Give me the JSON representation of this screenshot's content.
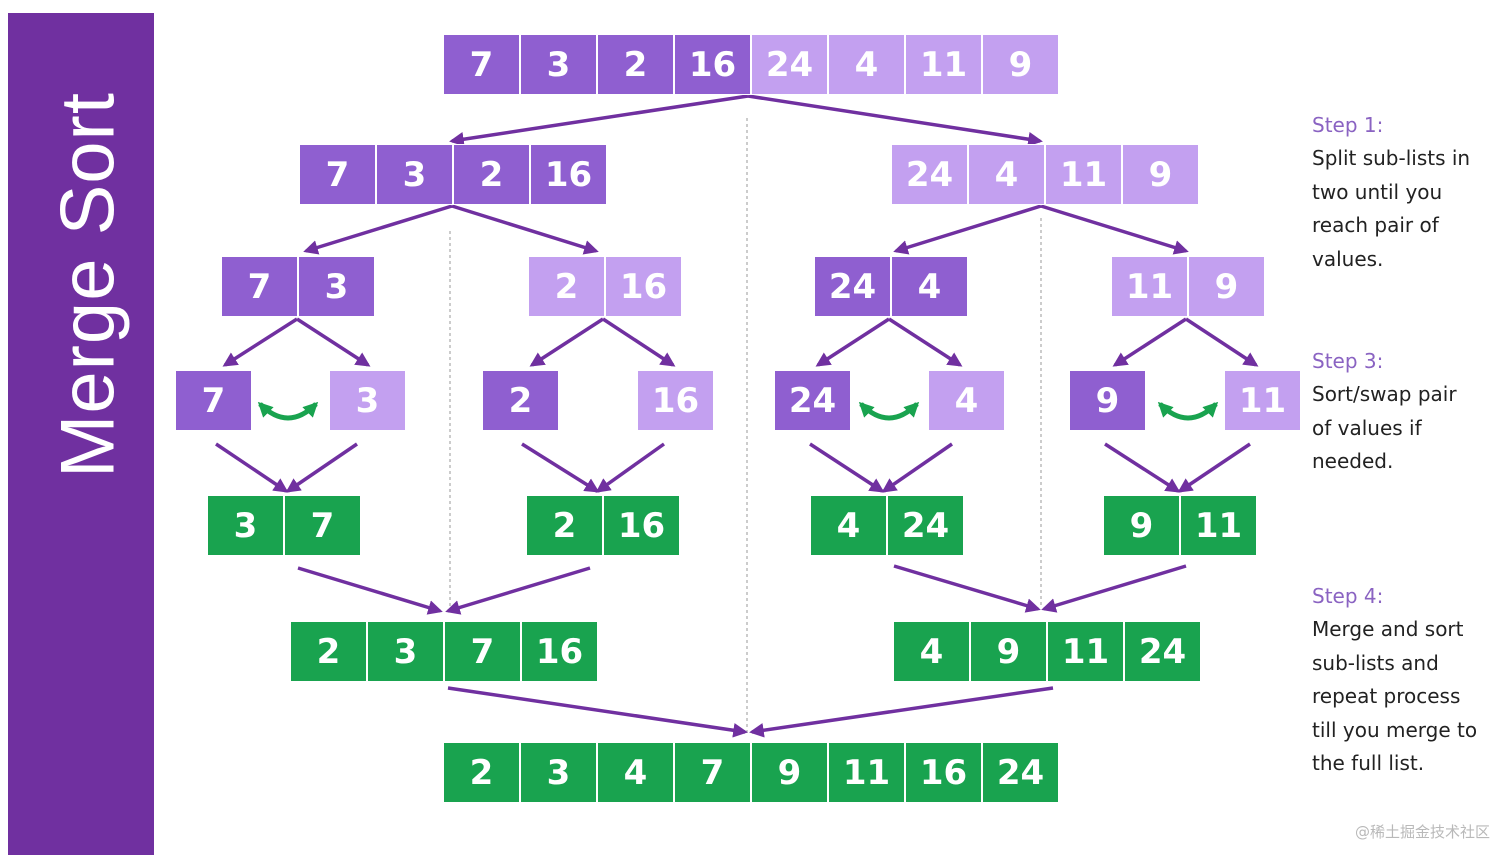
{
  "title": "Merge Sort",
  "colors": {
    "banner": "#7030a0",
    "dark_purple": "#7030a0",
    "mid_purple": "#8f5fd0",
    "light_purple": "#c3a0f0",
    "green": "#19a34f",
    "arrow": "#7030a0",
    "swap": "#19a34f"
  },
  "rows": {
    "initial": [
      {
        "values": [
          7,
          3,
          2,
          16,
          24,
          4,
          11,
          9
        ],
        "colors": [
          "mid_purple",
          "mid_purple",
          "mid_purple",
          "mid_purple",
          "light_purple",
          "light_purple",
          "light_purple",
          "light_purple"
        ]
      }
    ],
    "split_halves": [
      {
        "values": [
          7,
          3,
          2,
          16
        ],
        "colors": [
          "mid_purple",
          "mid_purple",
          "mid_purple",
          "mid_purple"
        ]
      },
      {
        "values": [
          24,
          4,
          11,
          9
        ],
        "colors": [
          "light_purple",
          "light_purple",
          "light_purple",
          "light_purple"
        ]
      }
    ],
    "split_pairs": [
      {
        "values": [
          7,
          3
        ],
        "colors": [
          "mid_purple",
          "mid_purple"
        ]
      },
      {
        "values": [
          2,
          16
        ],
        "colors": [
          "light_purple",
          "light_purple"
        ]
      },
      {
        "values": [
          24,
          4
        ],
        "colors": [
          "mid_purple",
          "mid_purple"
        ]
      },
      {
        "values": [
          11,
          9
        ],
        "colors": [
          "light_purple",
          "light_purple"
        ]
      }
    ],
    "singles": [
      {
        "values": [
          7
        ],
        "colors": [
          "mid_purple"
        ]
      },
      {
        "values": [
          3
        ],
        "colors": [
          "light_purple"
        ]
      },
      {
        "values": [
          2
        ],
        "colors": [
          "mid_purple"
        ]
      },
      {
        "values": [
          16
        ],
        "colors": [
          "light_purple"
        ]
      },
      {
        "values": [
          24
        ],
        "colors": [
          "mid_purple"
        ]
      },
      {
        "values": [
          4
        ],
        "colors": [
          "light_purple"
        ]
      },
      {
        "values": [
          9
        ],
        "colors": [
          "mid_purple"
        ]
      },
      {
        "values": [
          11
        ],
        "colors": [
          "light_purple"
        ]
      }
    ],
    "sorted_pairs": [
      {
        "values": [
          3,
          7
        ],
        "colors": [
          "green",
          "green"
        ]
      },
      {
        "values": [
          2,
          16
        ],
        "colors": [
          "green",
          "green"
        ]
      },
      {
        "values": [
          4,
          24
        ],
        "colors": [
          "green",
          "green"
        ]
      },
      {
        "values": [
          9,
          11
        ],
        "colors": [
          "green",
          "green"
        ]
      }
    ],
    "merged_halves": [
      {
        "values": [
          2,
          3,
          7,
          16
        ],
        "colors": [
          "green",
          "green",
          "green",
          "green"
        ]
      },
      {
        "values": [
          4,
          9,
          11,
          24
        ],
        "colors": [
          "green",
          "green",
          "green",
          "green"
        ]
      }
    ],
    "final": [
      {
        "values": [
          2,
          3,
          4,
          7,
          9,
          11,
          16,
          24
        ],
        "colors": [
          "green",
          "green",
          "green",
          "green",
          "green",
          "green",
          "green",
          "green"
        ]
      }
    ]
  },
  "swap_icons": [
    "swap-arrows-icon",
    "swap-arrows-icon",
    "swap-arrows-icon"
  ],
  "notes": [
    {
      "label": "Step 1:",
      "text": "Split sub-lists in\ntwo until you\nreach pair of\nvalues."
    },
    {
      "label": "Step 3:",
      "text": "Sort/swap pair\nof values if\nneeded."
    },
    {
      "label": "Step 4:",
      "text": "Merge and sort\nsub-lists and\nrepeat process\ntill you merge to\nthe full list."
    }
  ],
  "watermark": "@稀土掘金技术社区"
}
